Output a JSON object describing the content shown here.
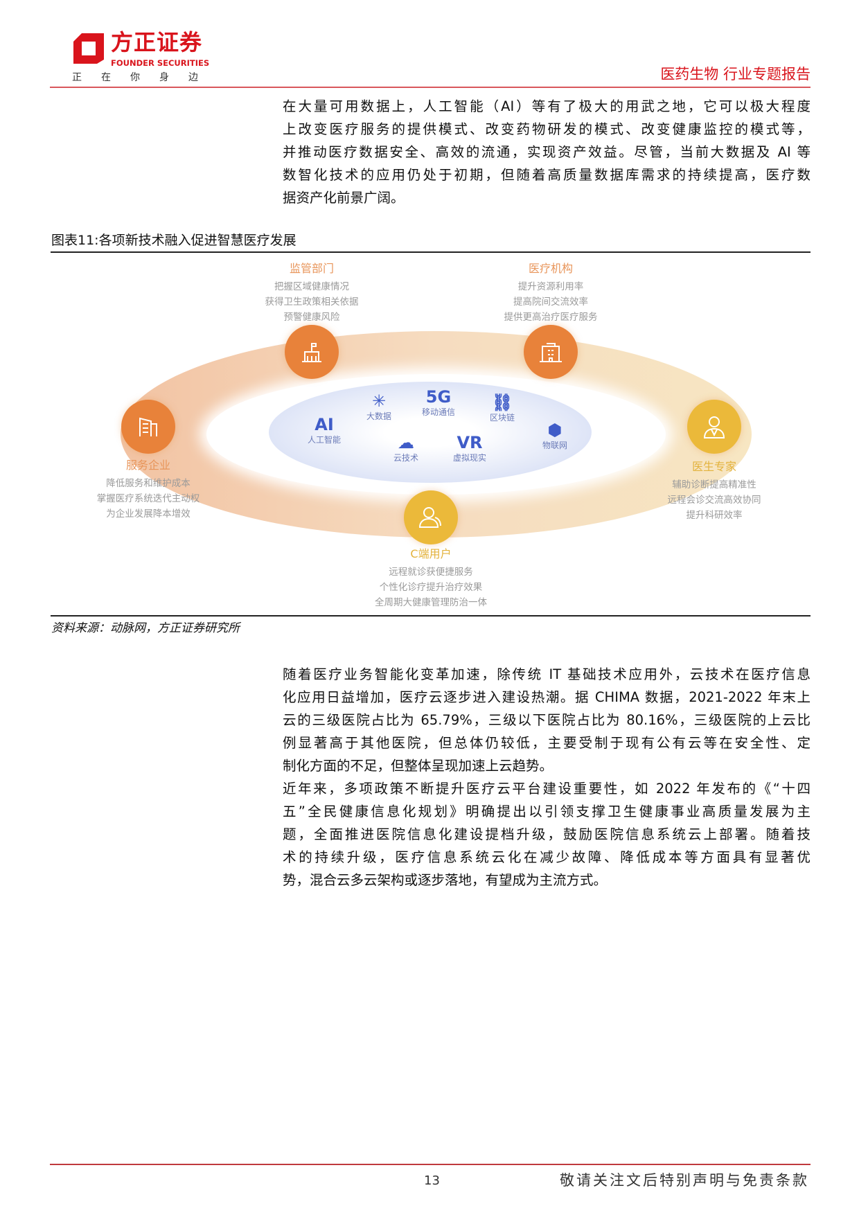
{
  "header": {
    "logo_cn": "方正证券",
    "logo_en": "FOUNDER SECURITIES",
    "slogan": "正在你身边",
    "report_type": "医药生物 行业专题报告"
  },
  "paragraph1": [
    "在大量可用数据上，人工智能（AI）等有了极大的用武之地，它可以极大程度",
    "上改变医疗服务的提供模式、改变药物研发的模式、改变健康监控的模式等，",
    "并推动医疗数据安全、高效的流通，实现资产效益。尽管，当前大数据及 AI 等",
    "数智化技术的应用仍处于初期，但随着高质量数据库需求的持续提高，医疗数",
    "据资产化前景广阔。"
  ],
  "figure": {
    "title": "图表11:各项新技术融入促进智慧医疗发展",
    "source": "资料来源：动脉网，方正证券研究所",
    "nodes": [
      {
        "title": "监管部门",
        "lines": [
          "把握区域健康情况",
          "获得卫生政策相关依据",
          "预警健康风险"
        ]
      },
      {
        "title": "医疗机构",
        "lines": [
          "提升资源利用率",
          "提高院间交流效率",
          "提供更高治疗医疗服务"
        ]
      },
      {
        "title": "服务企业",
        "lines": [
          "降低服务和维护成本",
          "掌握医疗系统迭代主动权",
          "为企业发展降本增效"
        ]
      },
      {
        "title": "医生专家",
        "lines": [
          "辅助诊断提高精准性",
          "远程会诊交流高效协同",
          "提升科研效率"
        ]
      },
      {
        "title": "C端用户",
        "lines": [
          "远程就诊获便捷服务",
          "个性化诊疗提升治疗效果",
          "全周期大健康管理防治一体"
        ]
      }
    ],
    "tech": [
      {
        "icon": "AI",
        "label": "人工智能"
      },
      {
        "icon": "✳",
        "label": "大数据"
      },
      {
        "icon": "5G",
        "label": "移动通信"
      },
      {
        "icon": "⛓",
        "label": "区块链"
      },
      {
        "icon": "⬢",
        "label": "物联网"
      },
      {
        "icon": "☁",
        "label": "云技术"
      },
      {
        "icon": "VR",
        "label": "虚拟现实"
      }
    ],
    "colors": {
      "orange": "#e8823a",
      "yellow": "#ebb93a",
      "blue": "#3f5cc8"
    }
  },
  "paragraph2": [
    "随着医疗业务智能化变革加速，除传统 IT 基础技术应用外，云技术在医疗信息",
    "化应用日益增加，医疗云逐步进入建设热潮。据 CHIMA 数据，2021-2022 年末上",
    "云的三级医院占比为 65.79%，三级以下医院占比为 80.16%，三级医院的上云比",
    "例显著高于其他医院，但总体仍较低，主要受制于现有公有云等在安全性、定",
    "制化方面的不足，但整体呈现加速上云趋势。"
  ],
  "paragraph3": [
    "近年来，多项政策不断提升医疗云平台建设重要性，如 2022 年发布的《“十四",
    "五”全民健康信息化规划》明确提出以引领支撑卫生健康事业高质量发展为主",
    "题，全面推进医院信息化建设提档升级，鼓励医院信息系统云上部署。随着技",
    "术的持续升级，医疗信息系统云化在减少故障、降低成本等方面具有显著优",
    "势，混合云多云架构或逐步落地，有望成为主流方式。"
  ],
  "footer": {
    "page": "13",
    "disclaimer": "敬请关注文后特别声明与免责条款"
  }
}
